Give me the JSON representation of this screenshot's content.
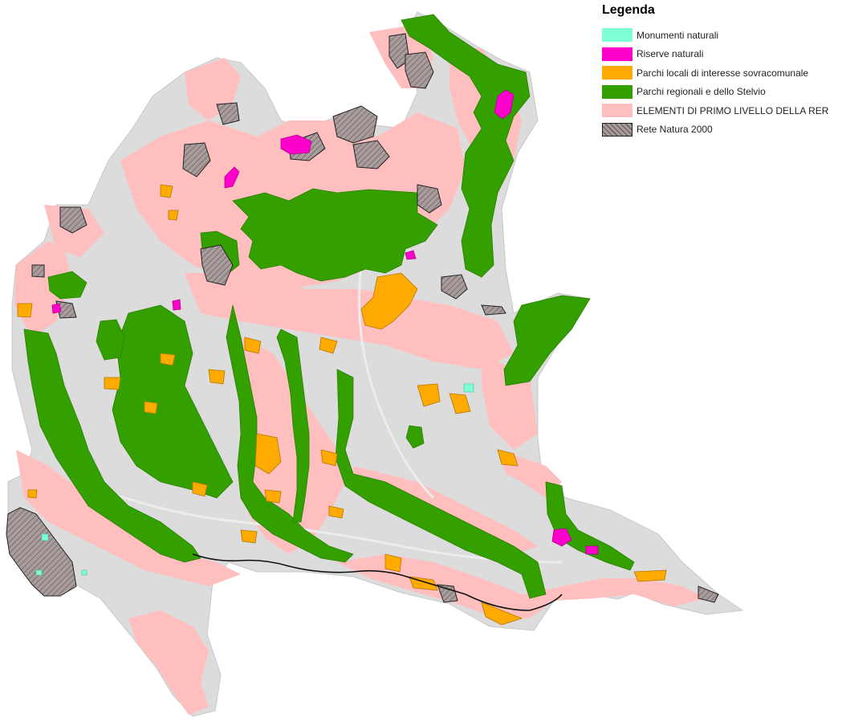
{
  "colors": {
    "background": "#ffffff",
    "region_base": "#dcdcdc",
    "region_outline": "#c8c8c8",
    "river": "#e6e6e6",
    "natura_outline": "#222222",
    "natura_fill": "#a89c9c"
  },
  "legend": {
    "title": "Legenda",
    "items": [
      {
        "label": "Monumenti naturali",
        "color": "#7fffd4",
        "pattern": "solid",
        "icon": "swatch-monumenti"
      },
      {
        "label": "Riserve naturali",
        "color": "#ff00cc",
        "pattern": "solid",
        "icon": "swatch-riserve"
      },
      {
        "label": "Parchi locali di interesse sovracomunale",
        "color": "#ffaa00",
        "pattern": "solid",
        "icon": "swatch-plis"
      },
      {
        "label": "Parchi regionali e dello Stelvio",
        "color": "#33a000",
        "pattern": "solid",
        "icon": "swatch-parchi"
      },
      {
        "label": "ELEMENTI DI PRIMO LIVELLO DELLA RER",
        "color": "#ffbfbf",
        "pattern": "solid",
        "icon": "swatch-rer"
      },
      {
        "label": "Rete Natura 2000",
        "color": "#a89c9c",
        "pattern": "hatched",
        "icon": "swatch-natura"
      }
    ]
  }
}
